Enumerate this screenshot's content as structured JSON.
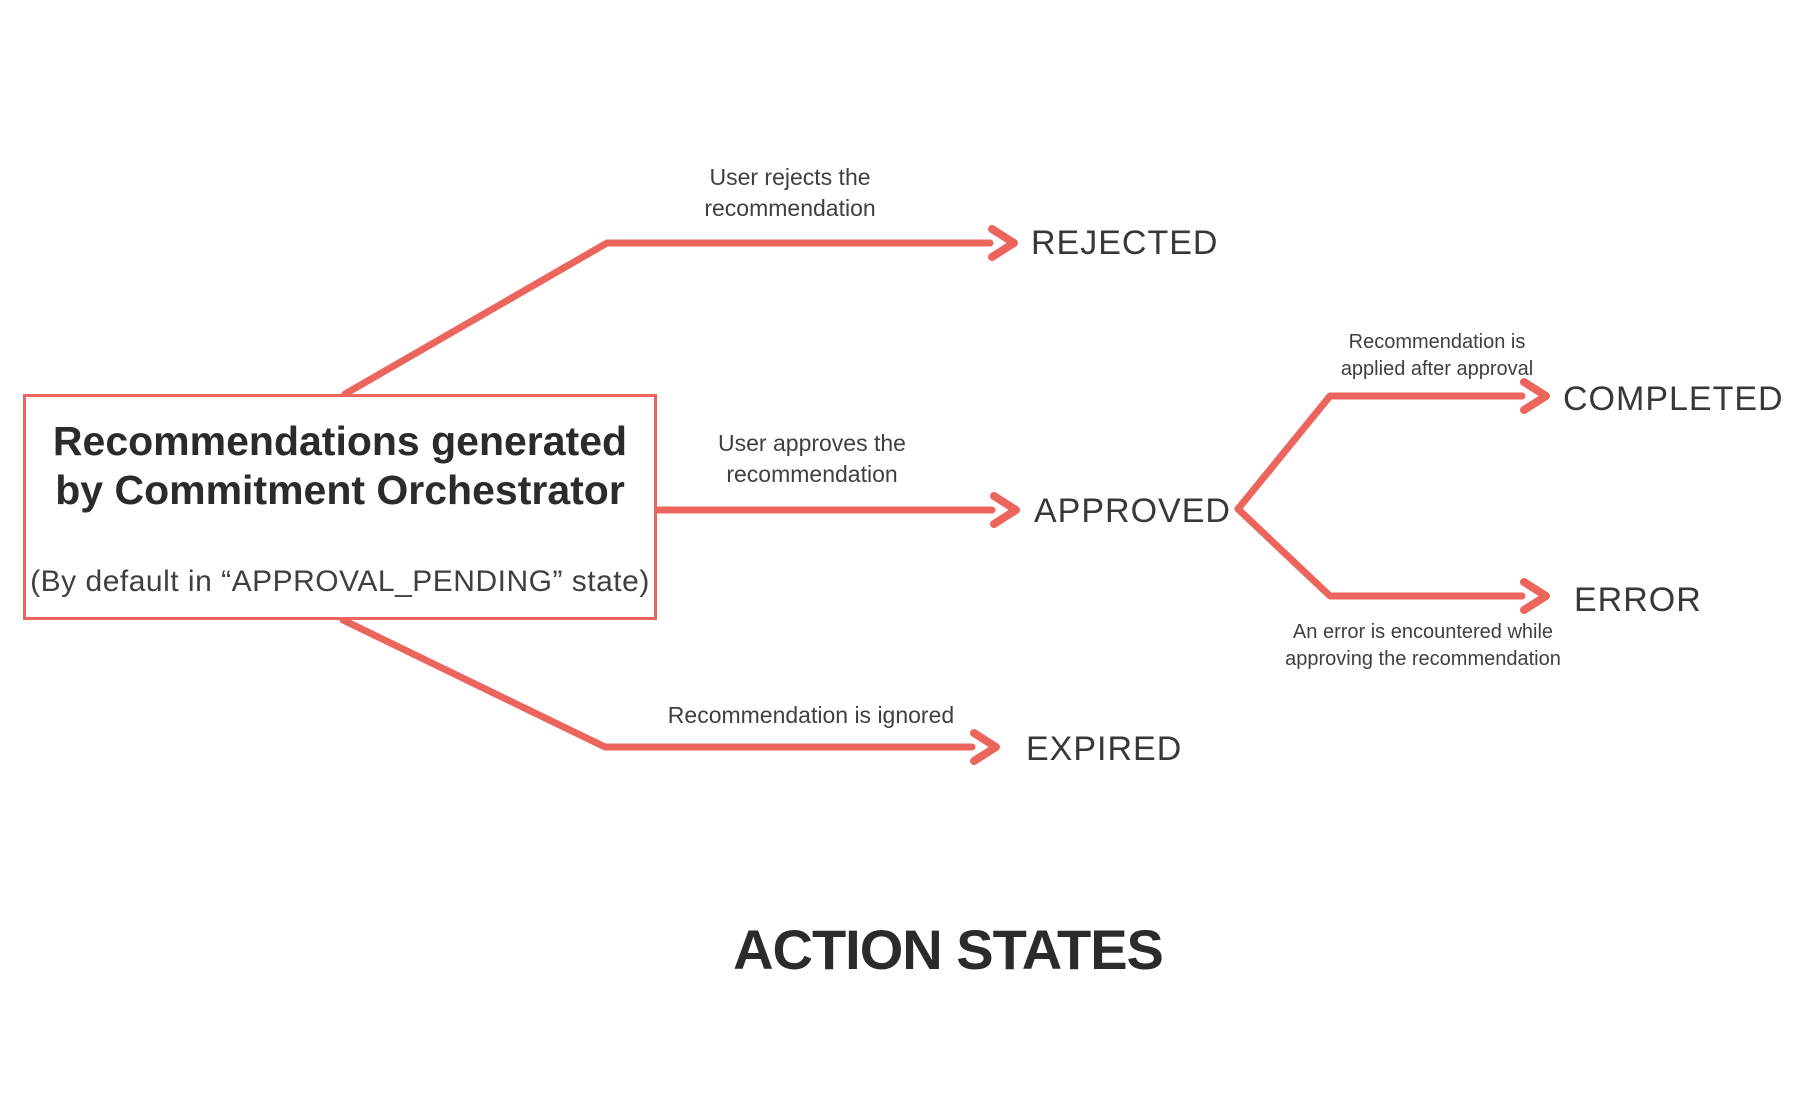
{
  "title": "ACTION STATES",
  "colors": {
    "background": "#ffffff",
    "arrow": "#EC655C",
    "title_text": "#2b2b2b",
    "state_text": "#383838",
    "label_text": "#3f3f3f"
  },
  "source": {
    "title_line1": "Recommendations generated",
    "title_line2": "by Commitment Orchestrator",
    "note": "(By default in “APPROVAL_PENDING” state)"
  },
  "states": {
    "rejected": {
      "label": "REJECTED"
    },
    "approved": {
      "label": "APPROVED"
    },
    "completed": {
      "label": "COMPLETED"
    },
    "error": {
      "label": "ERROR"
    },
    "expired": {
      "label": "EXPIRED"
    }
  },
  "edge_labels": {
    "reject": {
      "line1": "User rejects the",
      "line2": "recommendation"
    },
    "approve": {
      "line1": "User approves the",
      "line2": "recommendation"
    },
    "expire": {
      "line1": "Recommendation is ignored"
    },
    "complete": {
      "line1": "Recommendation is",
      "line2": "applied after approval"
    },
    "error": {
      "line1": "An error is encountered while",
      "line2": "approving the recommendation"
    }
  }
}
